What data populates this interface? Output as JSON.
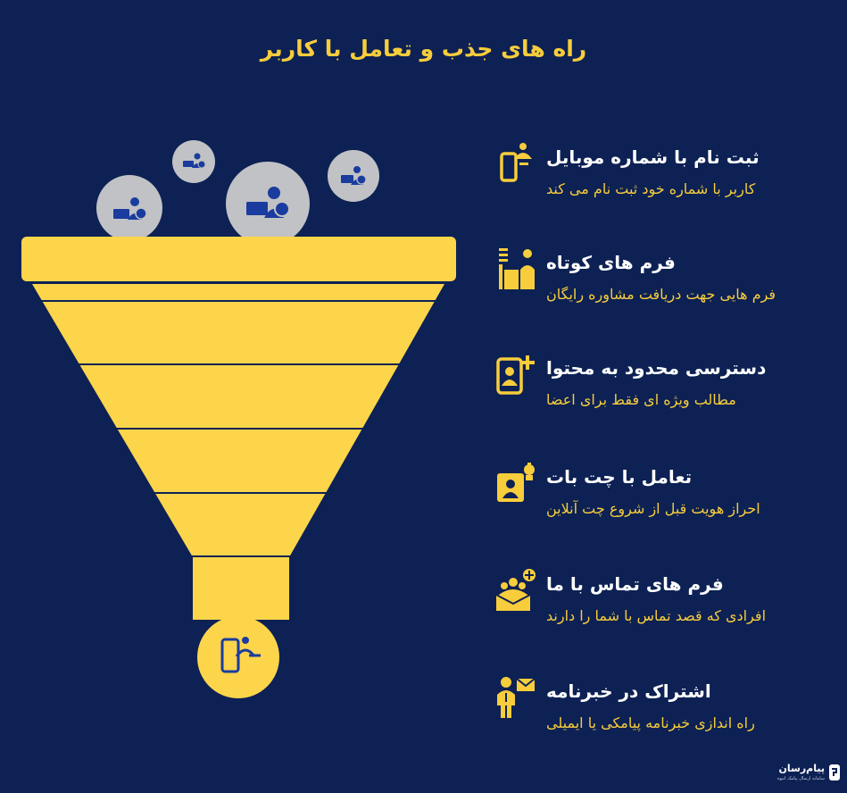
{
  "title": "راه های جذب و تعامل با  کاربر",
  "colors": {
    "background": "#0d2154",
    "accent": "#f7cd3c",
    "funnel": "#fdd54b",
    "bubble": "#c1c2c5",
    "icon_blue": "#1a3c9e"
  },
  "items": [
    {
      "heading": "ثبت نام با شماره موبایل",
      "description": "کاربر با شماره خود ثبت نام می کند",
      "icon": "mobile-user-icon"
    },
    {
      "heading": "فرم های کوتاه",
      "description": "فرم هایی جهت دریافت مشاوره رایگان",
      "icon": "form-person-icon"
    },
    {
      "heading": "دسترسی محدود به محتوا",
      "description": "مطالب ویژه ای فقط برای اعضا",
      "icon": "add-member-icon"
    },
    {
      "heading": "تعامل با چت بات",
      "description": "احراز هویت قبل از شروع چت آنلاین",
      "icon": "chatbot-icon"
    },
    {
      "heading": "فرم های تماس با ما",
      "description": "افرادی که قصد تماس با شما را دارند",
      "icon": "contact-group-icon"
    },
    {
      "heading": "اشتراک در خبرنامه",
      "description": "راه اندازی خبرنامه پیامکی یا ایمیلی",
      "icon": "newsletter-icon"
    }
  ],
  "logo": {
    "brand": "پیام‌رسان",
    "tagline": "سامانه ارسال پیامک انبوه"
  }
}
